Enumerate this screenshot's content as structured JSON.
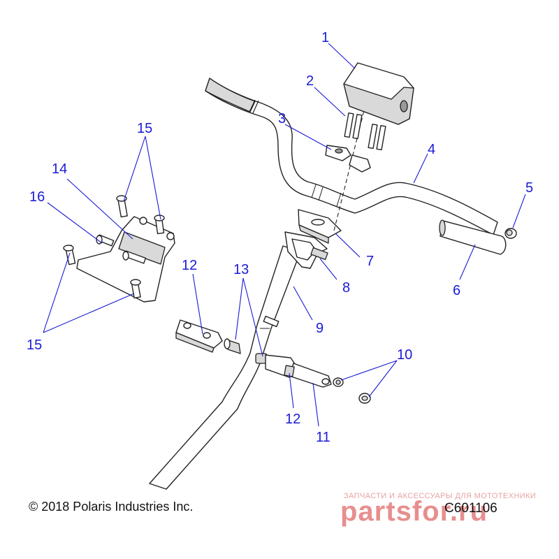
{
  "callouts": {
    "c1": "1",
    "c2": "2",
    "c3": "3",
    "c4": "4",
    "c5": "5",
    "c6": "6",
    "c7": "7",
    "c8": "8",
    "c9": "9",
    "c10": "10",
    "c11": "11",
    "c12a": "12",
    "c12b": "12",
    "c13": "13",
    "c14": "14",
    "c15a": "15",
    "c15b": "15",
    "c16": "16"
  },
  "footer": {
    "copyright": "© 2018 Polaris Industries Inc.",
    "drawing_code": "C601106"
  },
  "watermark": {
    "tagline": "ЗАПЧАСТИ И АКСЕССУАРЫ ДЛЯ МОТОТЕХНИКИ",
    "logo": "partsfor.ru"
  },
  "colors": {
    "callout": "#1b1bd6",
    "line_art": "#222222",
    "watermark": "#e47b7b"
  }
}
